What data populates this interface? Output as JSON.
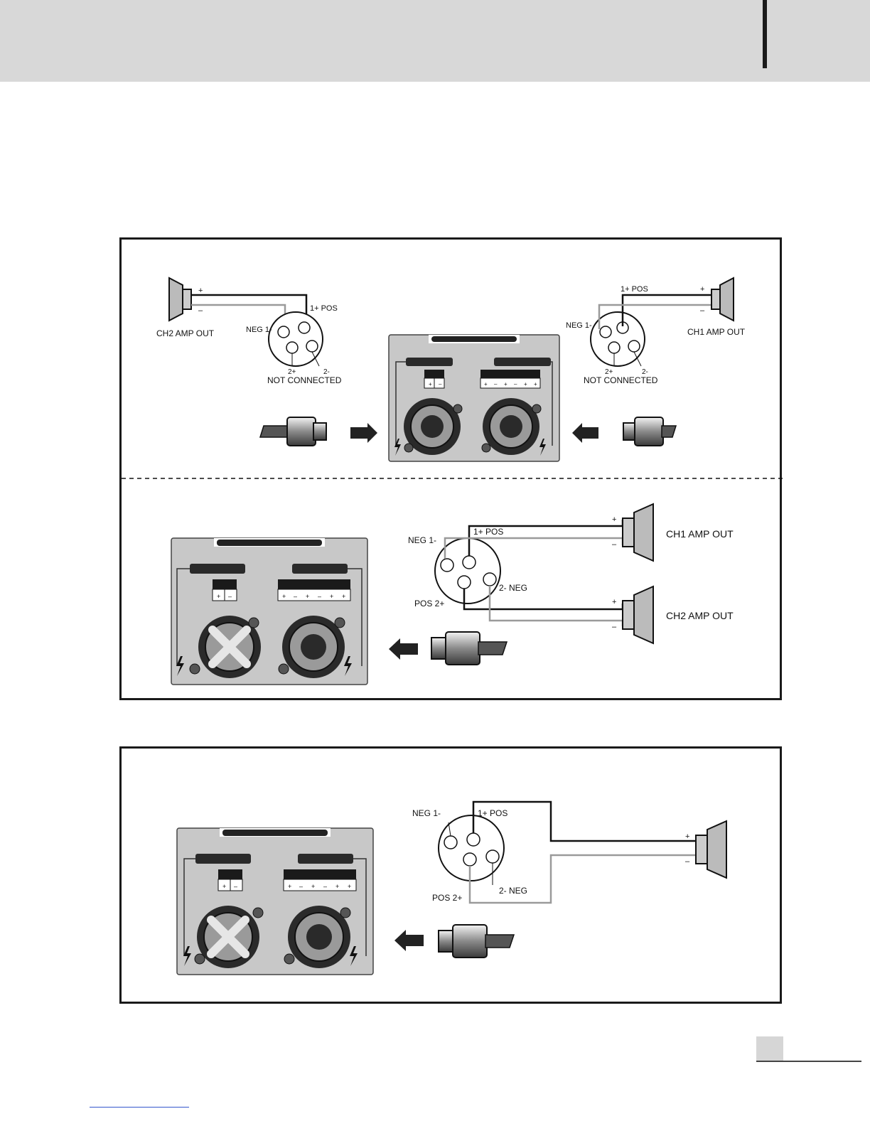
{
  "colors": {
    "header_band": "#d8d8d8",
    "panel_border": "#1a1a1a",
    "plate": "#c8c8c8",
    "wire_pos": "#111111",
    "wire_neg": "#9a9a9a"
  },
  "icons": [
    "speaker-icon",
    "speakon-socket-icon",
    "speakon-plug-icon",
    "arrow-icon",
    "lightning-icon",
    "screw-icon"
  ],
  "panel1": {
    "top": {
      "left": {
        "plus": "+",
        "minus": "–",
        "pin_1pos": "1+  POS",
        "pin_neg": "NEG 1-",
        "pin_2pos": "2+",
        "pin_2neg": "2-",
        "not_connected": "NOT CONNECTED",
        "amp_out": "CH2 AMP OUT"
      },
      "right": {
        "plus": "+",
        "minus": "–",
        "pin_1pos": "1+   POS",
        "pin_neg": "NEG 1-",
        "pin_2pos": "2+",
        "pin_2neg": "2-",
        "not_connected": "NOT CONNECTED",
        "amp_out": "CH1 AMP OUT"
      },
      "plate": {
        "term_a": [
          "+",
          "–"
        ],
        "term_b": [
          "+",
          "–",
          "+",
          "–",
          "+",
          "+"
        ]
      }
    },
    "bottom": {
      "pin_neg": "NEG  1-",
      "pin_1pos": "1+   POS",
      "pin_2neg": "2-  NEG",
      "pin_2pos": "POS  2+",
      "ch1_plus": "+",
      "ch1_minus": "–",
      "ch1_out": "CH1 AMP OUT",
      "ch2_plus": "+",
      "ch2_minus": "–",
      "ch2_out": "CH2 AMP OUT",
      "plate": {
        "term_a": [
          "+",
          "–"
        ],
        "term_b": [
          "+",
          "–",
          "+",
          "–",
          "+",
          "+"
        ]
      }
    }
  },
  "panel2": {
    "pin_neg": "NEG  1-",
    "pin_1pos": "1+   POS",
    "pin_2neg": "2-  NEG",
    "pin_2pos": "POS  2+",
    "plus": "+",
    "minus": "–",
    "plate": {
      "term_a": [
        "+",
        "–"
      ],
      "term_b": [
        "+",
        "–",
        "+",
        "–",
        "+",
        "+"
      ]
    }
  }
}
